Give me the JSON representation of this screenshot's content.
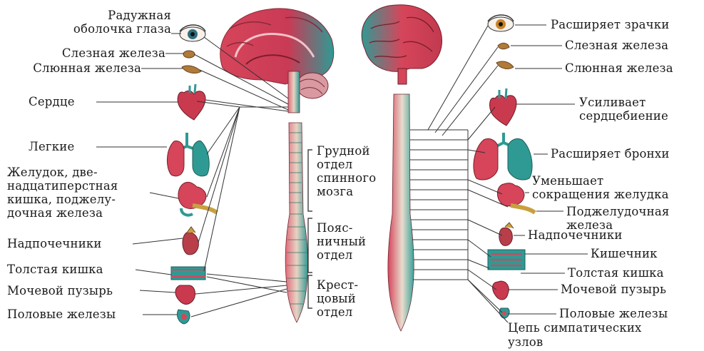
{
  "labels": {
    "left": {
      "iris": "Радужная\nоболочка глаза",
      "lacrimal": "Слезная железа",
      "salivary": "Слюнная железа",
      "heart": "Сердце",
      "lungs": "Легкие",
      "stomach": "Желудок, две-\nнадцатиперстная\nкишка, поджелу-\nдочная железа",
      "adrenal": "Надпочечники",
      "colon": "Толстая кишка",
      "bladder": "Мочевой пузырь",
      "gonads": "Половые железы"
    },
    "spine": {
      "thoracic": "Грудной\nотдел\nспинного\nмозга",
      "lumbar": "Пояс-\nничный\nотдел",
      "sacral": "Крест-\nцовый\nотдел"
    },
    "right": {
      "pupils": "Расширяет зрачки",
      "lacrimal": "Слезная железа",
      "salivary": "Слюнная железа",
      "heartbeat": "Усиливает\nсердцебиение",
      "bronchi": "Расширяет бронхи",
      "stomach": "Уменьшает\nсокращения желудка",
      "pancreas": "Поджелудочная\nжелеза",
      "adrenal": "Надпочечники",
      "intestine": "Кишечник",
      "colon": "Толстая кишка",
      "bladder": "Мочевой пузырь",
      "gonads": "Половые железы",
      "chain": "Цепь симпатических\nузлов"
    }
  },
  "colors": {
    "tissue_red": "#d6455a",
    "tissue_teal": "#2f9a94",
    "gland_brown": "#b07a3a",
    "line": "#333333"
  }
}
